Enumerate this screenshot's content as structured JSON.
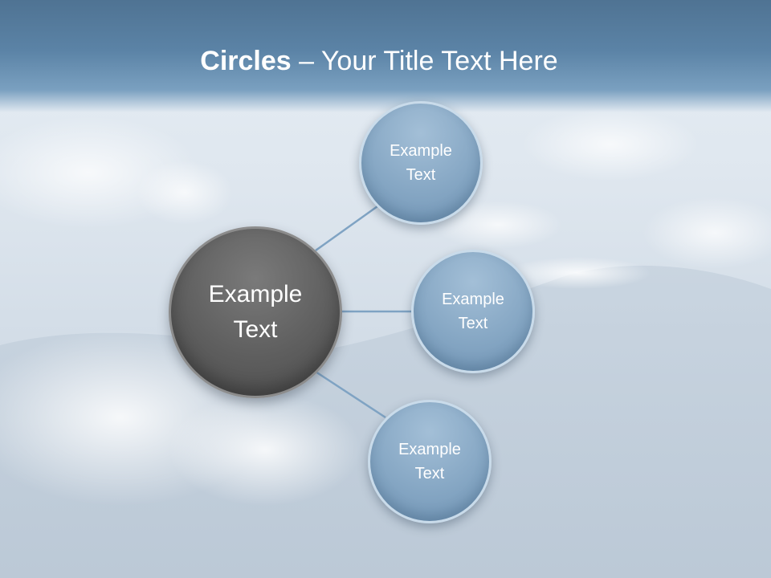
{
  "slide": {
    "title_bold": "Circles",
    "title_rest": " – Your Title Text Here"
  },
  "diagram": {
    "center": {
      "label_line1": "Example",
      "label_line2": "Text"
    },
    "nodes": [
      {
        "label_line1": "Example",
        "label_line2": "Text"
      },
      {
        "label_line1": "Example",
        "label_line2": "Text"
      },
      {
        "label_line1": "Example",
        "label_line2": "Text"
      }
    ]
  },
  "colors": {
    "header": "#5b83a6",
    "center_fill": "#5e5e5e",
    "node_fill": "#86a7c4",
    "connector": "#7fa3c3"
  }
}
